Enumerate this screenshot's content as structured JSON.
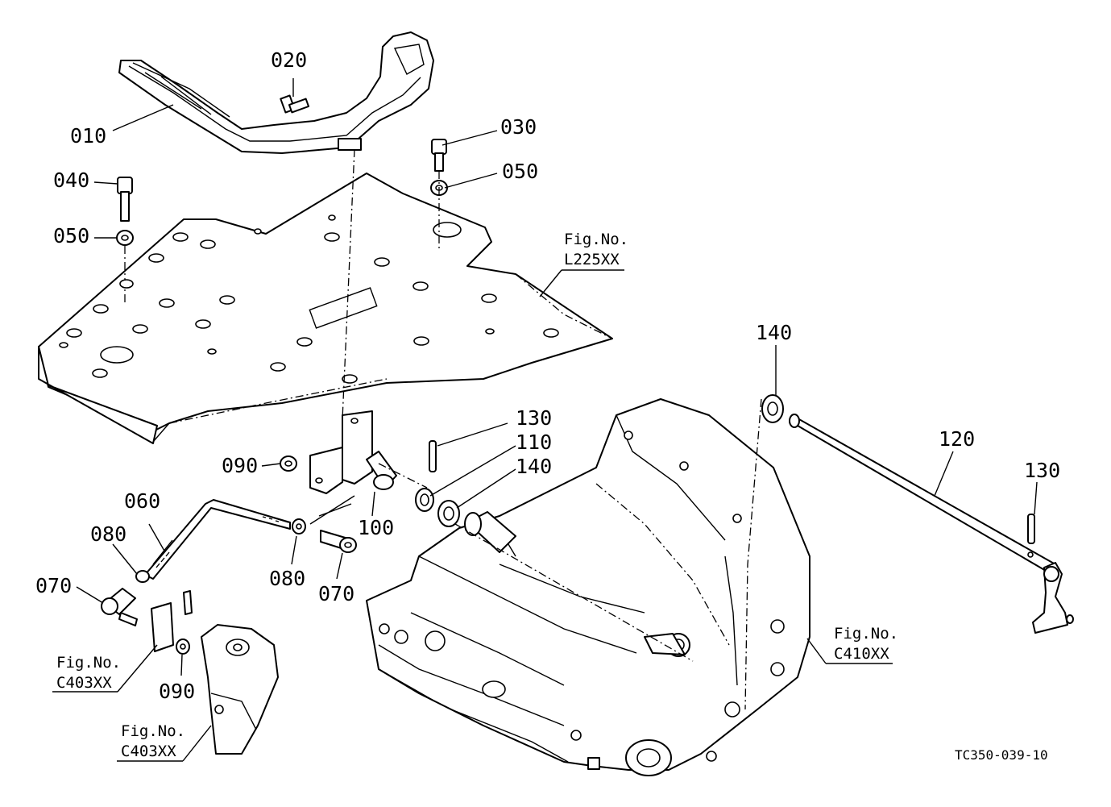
{
  "parts": {
    "p010": "010",
    "p020": "020",
    "p030": "030",
    "p040": "040",
    "p050a": "050",
    "p050b": "050",
    "p060": "060",
    "p070a": "070",
    "p070b": "070",
    "p080a": "080",
    "p080b": "080",
    "p090a": "090",
    "p090b": "090",
    "p100": "100",
    "p110": "110",
    "p120": "120",
    "p130a": "130",
    "p130b": "130",
    "p140a": "140",
    "p140b": "140"
  },
  "figrefs": {
    "l225": {
      "title": "Fig.No.",
      "code": "L225XX"
    },
    "c410": {
      "title": "Fig.No.",
      "code": "C410XX"
    },
    "c403a": {
      "title": "Fig.No.",
      "code": "C403XX"
    },
    "c403b": {
      "title": "Fig.No.",
      "code": "C403XX"
    }
  },
  "drawing_code": "TC350-039-10"
}
